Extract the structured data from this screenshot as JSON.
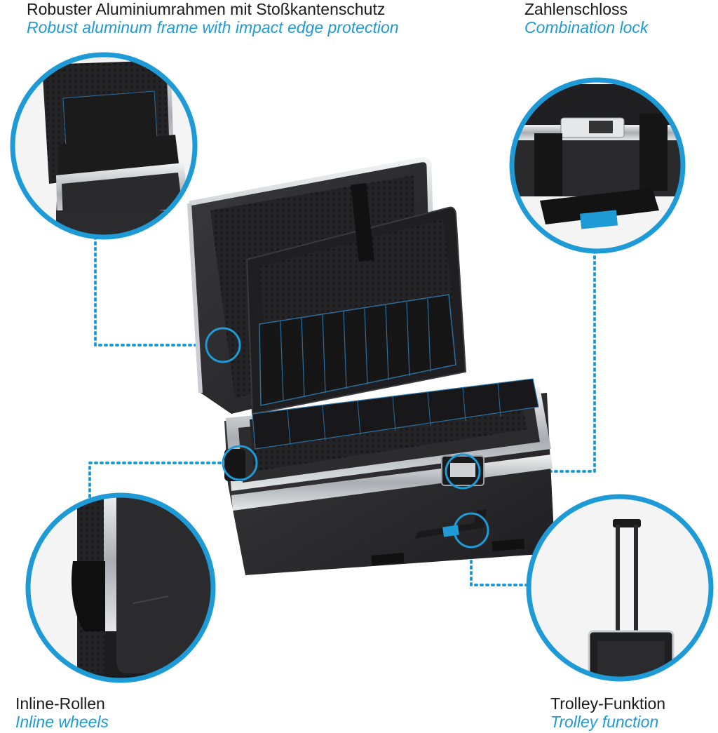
{
  "features": {
    "frame": {
      "de": "Robuster Aluminiumrahmen mit Stoßkantenschutz",
      "en": "Robust aluminum frame with impact edge protection"
    },
    "lock": {
      "de": "Zahlenschloss",
      "en": "Combination lock"
    },
    "wheels": {
      "de": "Inline-Rollen",
      "en": "Inline wheels"
    },
    "trolley": {
      "de": "Trolley-Funktion",
      "en": "Trolley function"
    }
  },
  "colors": {
    "accent": "#1e9bd7",
    "case_body": "#2a2a2c",
    "aluminum": "#c9ccd0",
    "text": "#1a1a1a"
  }
}
